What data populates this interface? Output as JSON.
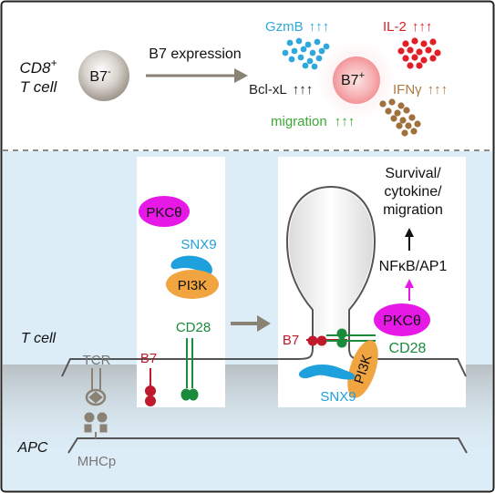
{
  "top": {
    "cell_label_line1": "CD8",
    "cell_label_sup": "+",
    "cell_label_line2": "T cell",
    "b7_neg_label": "B7",
    "b7_neg_sup": "-",
    "arrow_label": "B7 expression",
    "b7_pos_label": "B7",
    "b7_pos_sup": "+",
    "outputs": [
      {
        "name": "GzmB",
        "arrows": "↑↑↑",
        "color": "#2fa8dc"
      },
      {
        "name": "IL-2",
        "arrows": "↑↑↑",
        "color": "#e02026"
      },
      {
        "name": "Bcl-xL",
        "arrows": "↑↑↑",
        "color": "#222222"
      },
      {
        "name": "IFNγ",
        "arrows": "↑↑↑",
        "color": "#b07a45"
      },
      {
        "name": "migration",
        "arrows": "↑↑↑",
        "color": "#3aa935"
      }
    ]
  },
  "bottom": {
    "t_cell_label": "T cell",
    "apc_label": "APC",
    "tcr_label": "TCR",
    "mhcp_label": "MHCp",
    "left": {
      "pkc": "PKCθ",
      "snx9": "SNX9",
      "pi3k": "PI3K",
      "cd28": "CD28",
      "b7": "B7"
    },
    "right": {
      "outcome_lines": [
        "Survival/",
        "cytokine/",
        "migration"
      ],
      "nfkb": "NFκB/AP1",
      "pkc": "PKCθ",
      "b7": "B7",
      "cd28": "CD28",
      "pi3k": "PI3K",
      "snx9": "SNX9"
    }
  },
  "colors": {
    "pkc": "#e619e6",
    "pi3k": "#f0a540",
    "snx9": "#1ea0dc",
    "b7": "#c0192c",
    "cd28": "#1a8a3c",
    "tcr": "#8a8275",
    "panel_bg": "#dcedf7"
  }
}
